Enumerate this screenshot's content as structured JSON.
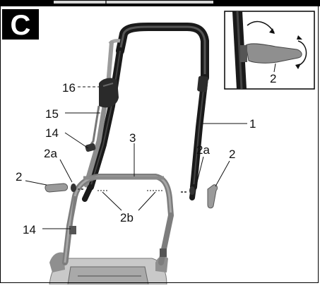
{
  "figure": {
    "panel_letter": "C",
    "callouts": {
      "c16": "16",
      "c15": "15",
      "c14_upper": "14",
      "c2a_left": "2a",
      "c2_left": "2",
      "c14_lower": "14",
      "c3": "3",
      "c1": "1",
      "c2a_right": "2a",
      "c2_right": "2",
      "c2b": "2b",
      "inset_2": "2"
    }
  }
}
